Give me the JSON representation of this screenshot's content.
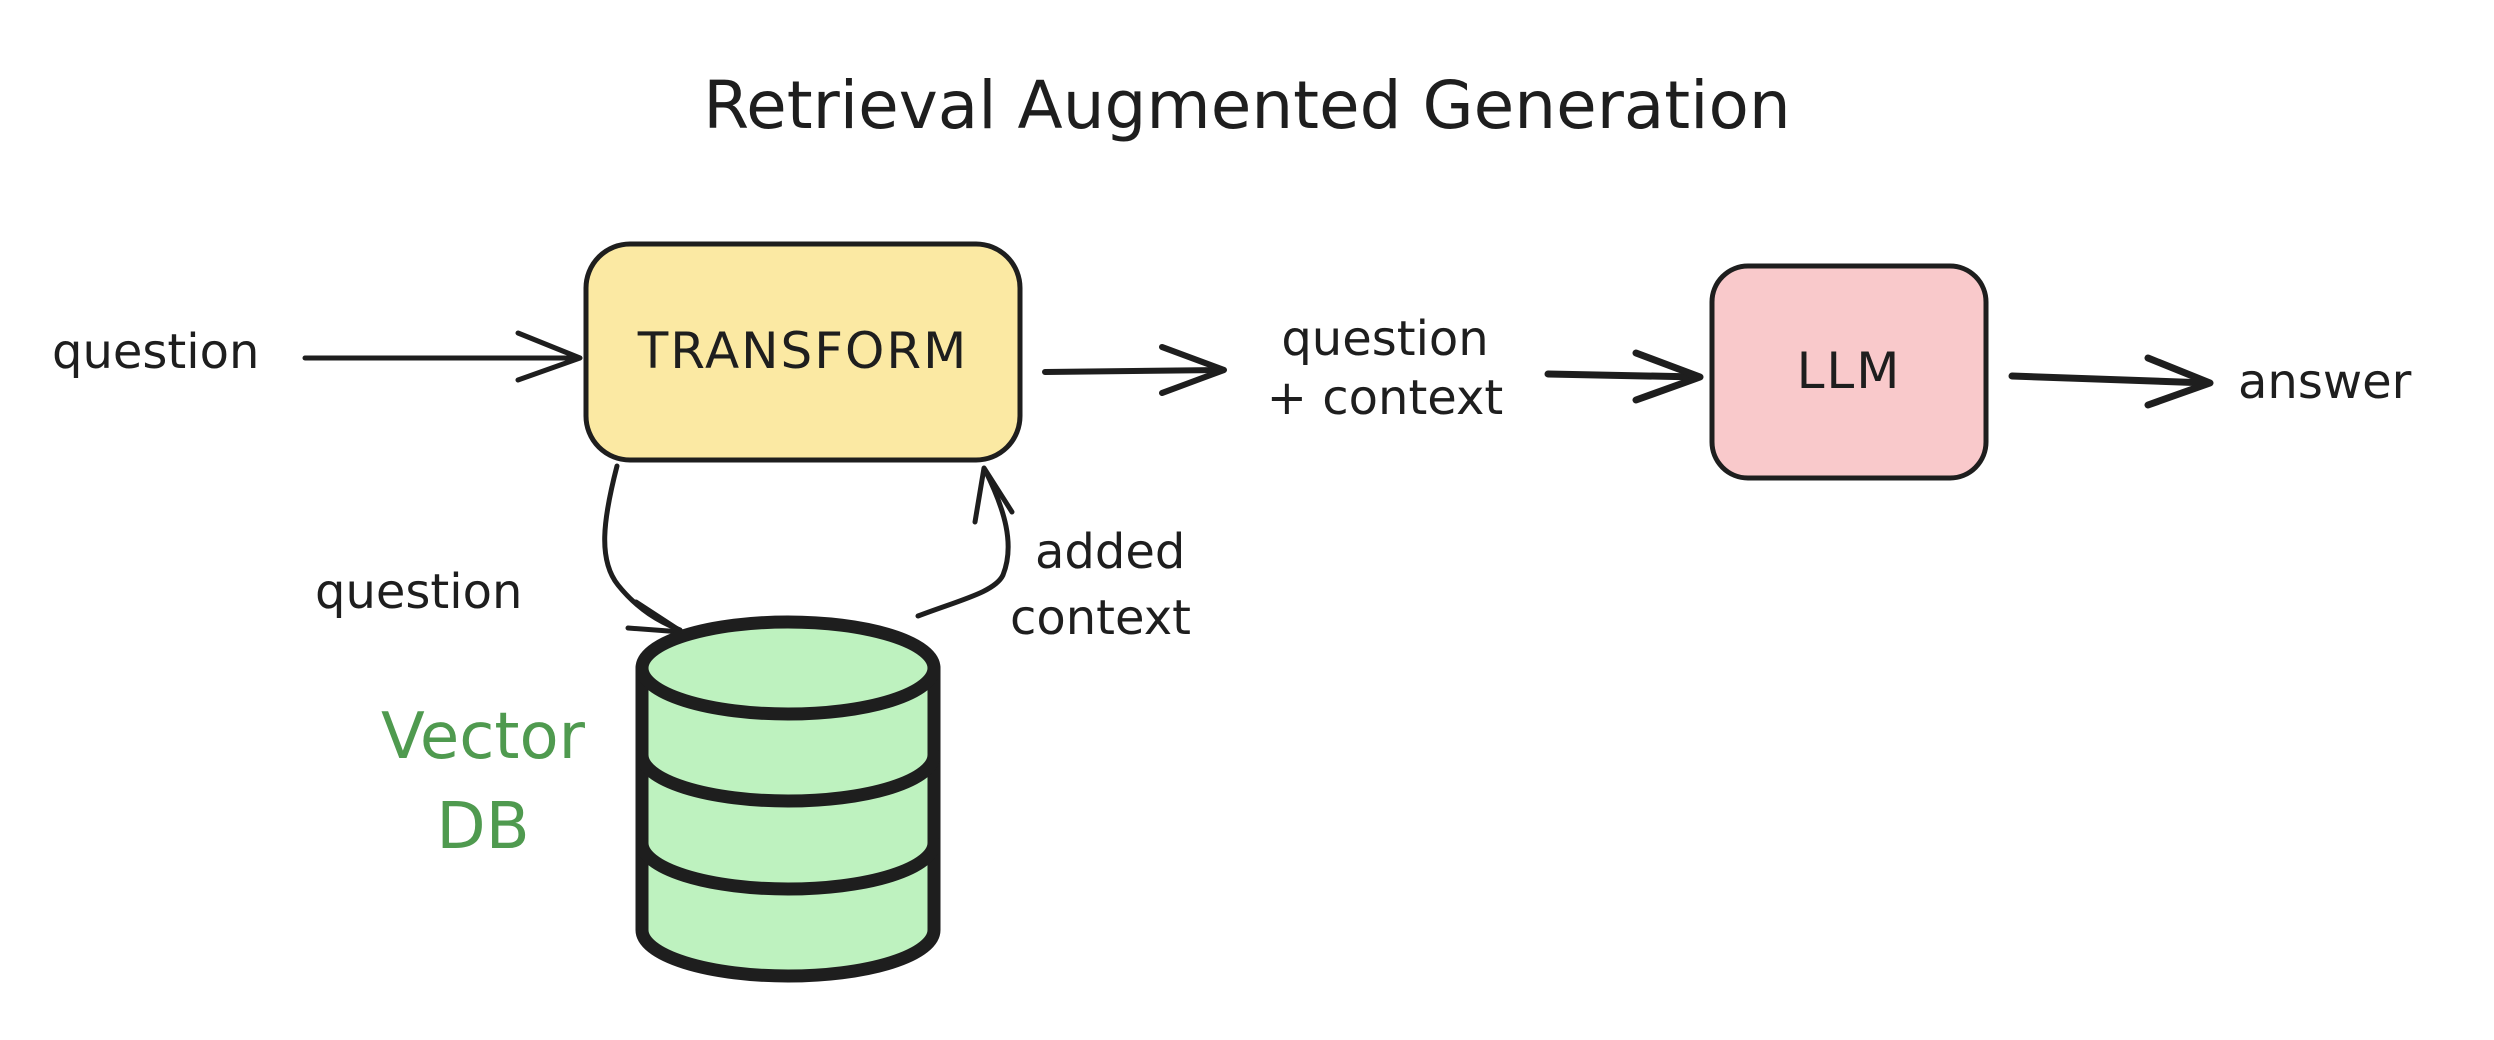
{
  "title": "Retrieval Augmented Generation",
  "nodes": {
    "transform": {
      "label": "TRANSFORM",
      "fill": "#fbe9a3"
    },
    "llm": {
      "label": "LLM",
      "fill": "#f9c9cb"
    },
    "vector_db": {
      "label_line1": "Vector",
      "label_line2": "DB",
      "fill": "#bef2bf",
      "label_color": "#4f9a4f"
    }
  },
  "edge_labels": {
    "input_question": "question",
    "question_context_line1": "question",
    "question_context_line2": "+ context",
    "output_answer": "answer",
    "db_question": "question",
    "added_context_line1": "added",
    "added_context_line2": "context"
  },
  "colors": {
    "ink": "#1e1e1e",
    "transform_fill": "#fbe9a3",
    "llm_fill": "#f9c9cb",
    "db_fill": "#bef2bf",
    "db_label": "#4f9a4f"
  }
}
